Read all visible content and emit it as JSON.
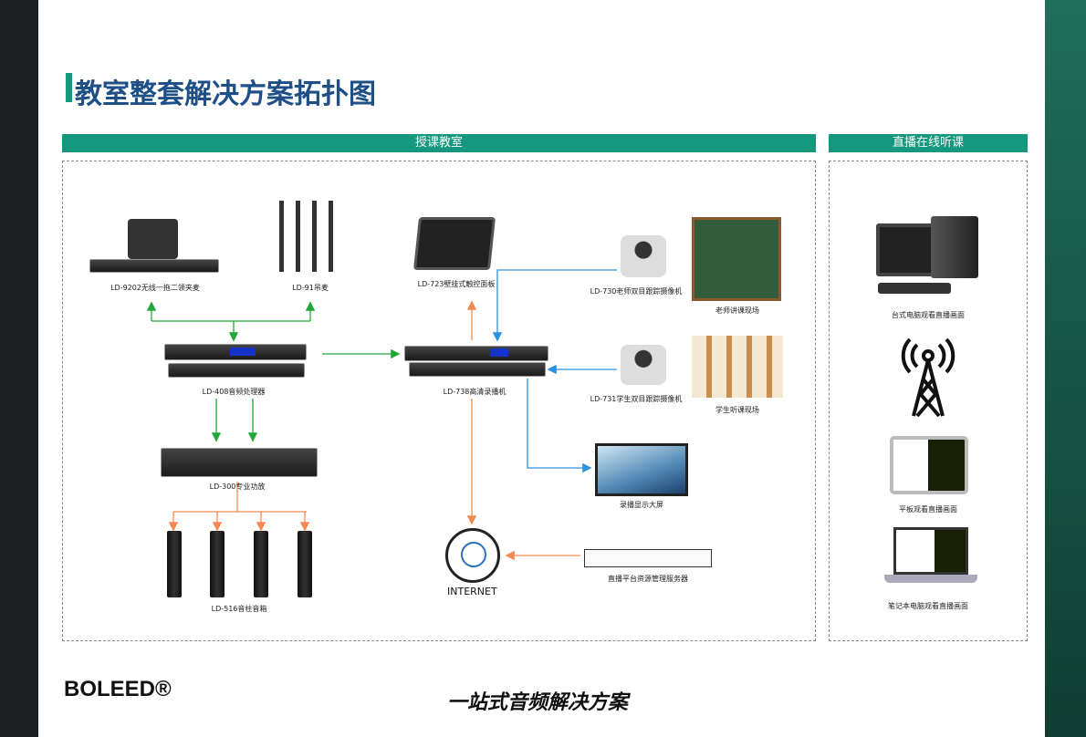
{
  "title": "教室整套解决方案拓扑图",
  "sections": {
    "classroom": "授课教室",
    "live": "直播在线听课"
  },
  "devices": {
    "mic": "LD-9202无线一拖二领夹麦",
    "hang": "LD-91吊麦",
    "panel": "LD-723壁挂式触控面板",
    "cam1": "LD-730老师双目跟踪摄像机",
    "teacher": "老师讲课现场",
    "dsp": "LD-408音频处理器",
    "recorder": "LD-738高清录播机",
    "cam2": "LD-731学生双目跟踪摄像机",
    "students": "学生听课现场",
    "amp": "LD-300专业功放",
    "display": "录播显示大屏",
    "speaker": "LD-516音柱音箱",
    "internet": "INTERNET",
    "server": "直播平台资源管理服务器"
  },
  "live": {
    "desktop": "台式电脑观看直播画面",
    "tablet": "平板观看直播画面",
    "laptop": "笔记本电脑观看直播画面"
  },
  "footer": {
    "brand": "BOLEED®",
    "slogan": "一站式音频解决方案"
  },
  "colors": {
    "accent": "#16987f",
    "title": "#1e4f86",
    "green": "#22a83a",
    "orange": "#f08a50",
    "blue": "#2a93dd"
  }
}
